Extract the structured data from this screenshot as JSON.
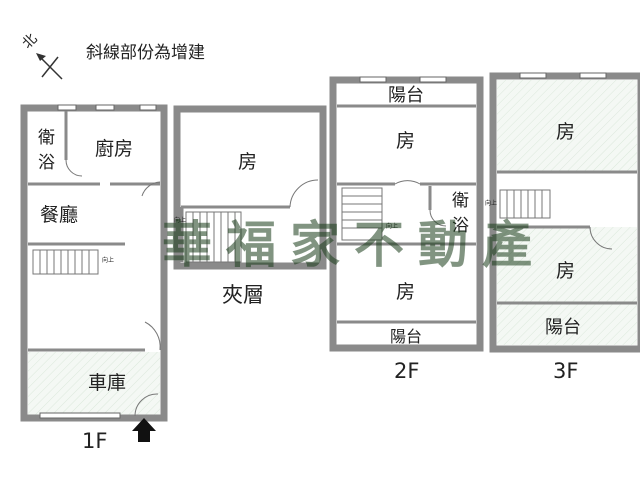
{
  "legend": {
    "north": "北",
    "note": "斜線部份為增建"
  },
  "watermark": "華福家不動產",
  "floors": {
    "f1": {
      "name": "1F",
      "rooms": {
        "bath": "衛浴",
        "kitchen": "廚房",
        "dining": "餐廳",
        "garage": "車庫"
      },
      "stair_up": "向上"
    },
    "mezz": {
      "name": "夾層",
      "rooms": {
        "room": "房"
      },
      "stair_up": "向上"
    },
    "f2": {
      "name": "2F",
      "rooms": {
        "balcony_top": "陽台",
        "room_top": "房",
        "bath": "衛浴",
        "room_bottom": "房",
        "balcony_bottom": "陽台"
      },
      "stair_up": "向上"
    },
    "f3": {
      "name": "3F",
      "rooms": {
        "room_top": "房",
        "room_bottom": "房",
        "balcony": "陽台"
      },
      "stair_up": "向上"
    }
  },
  "colors": {
    "wall": "#8a8a8a",
    "extension_fill": "#eef5ee",
    "watermark": "#1a3d1a"
  }
}
